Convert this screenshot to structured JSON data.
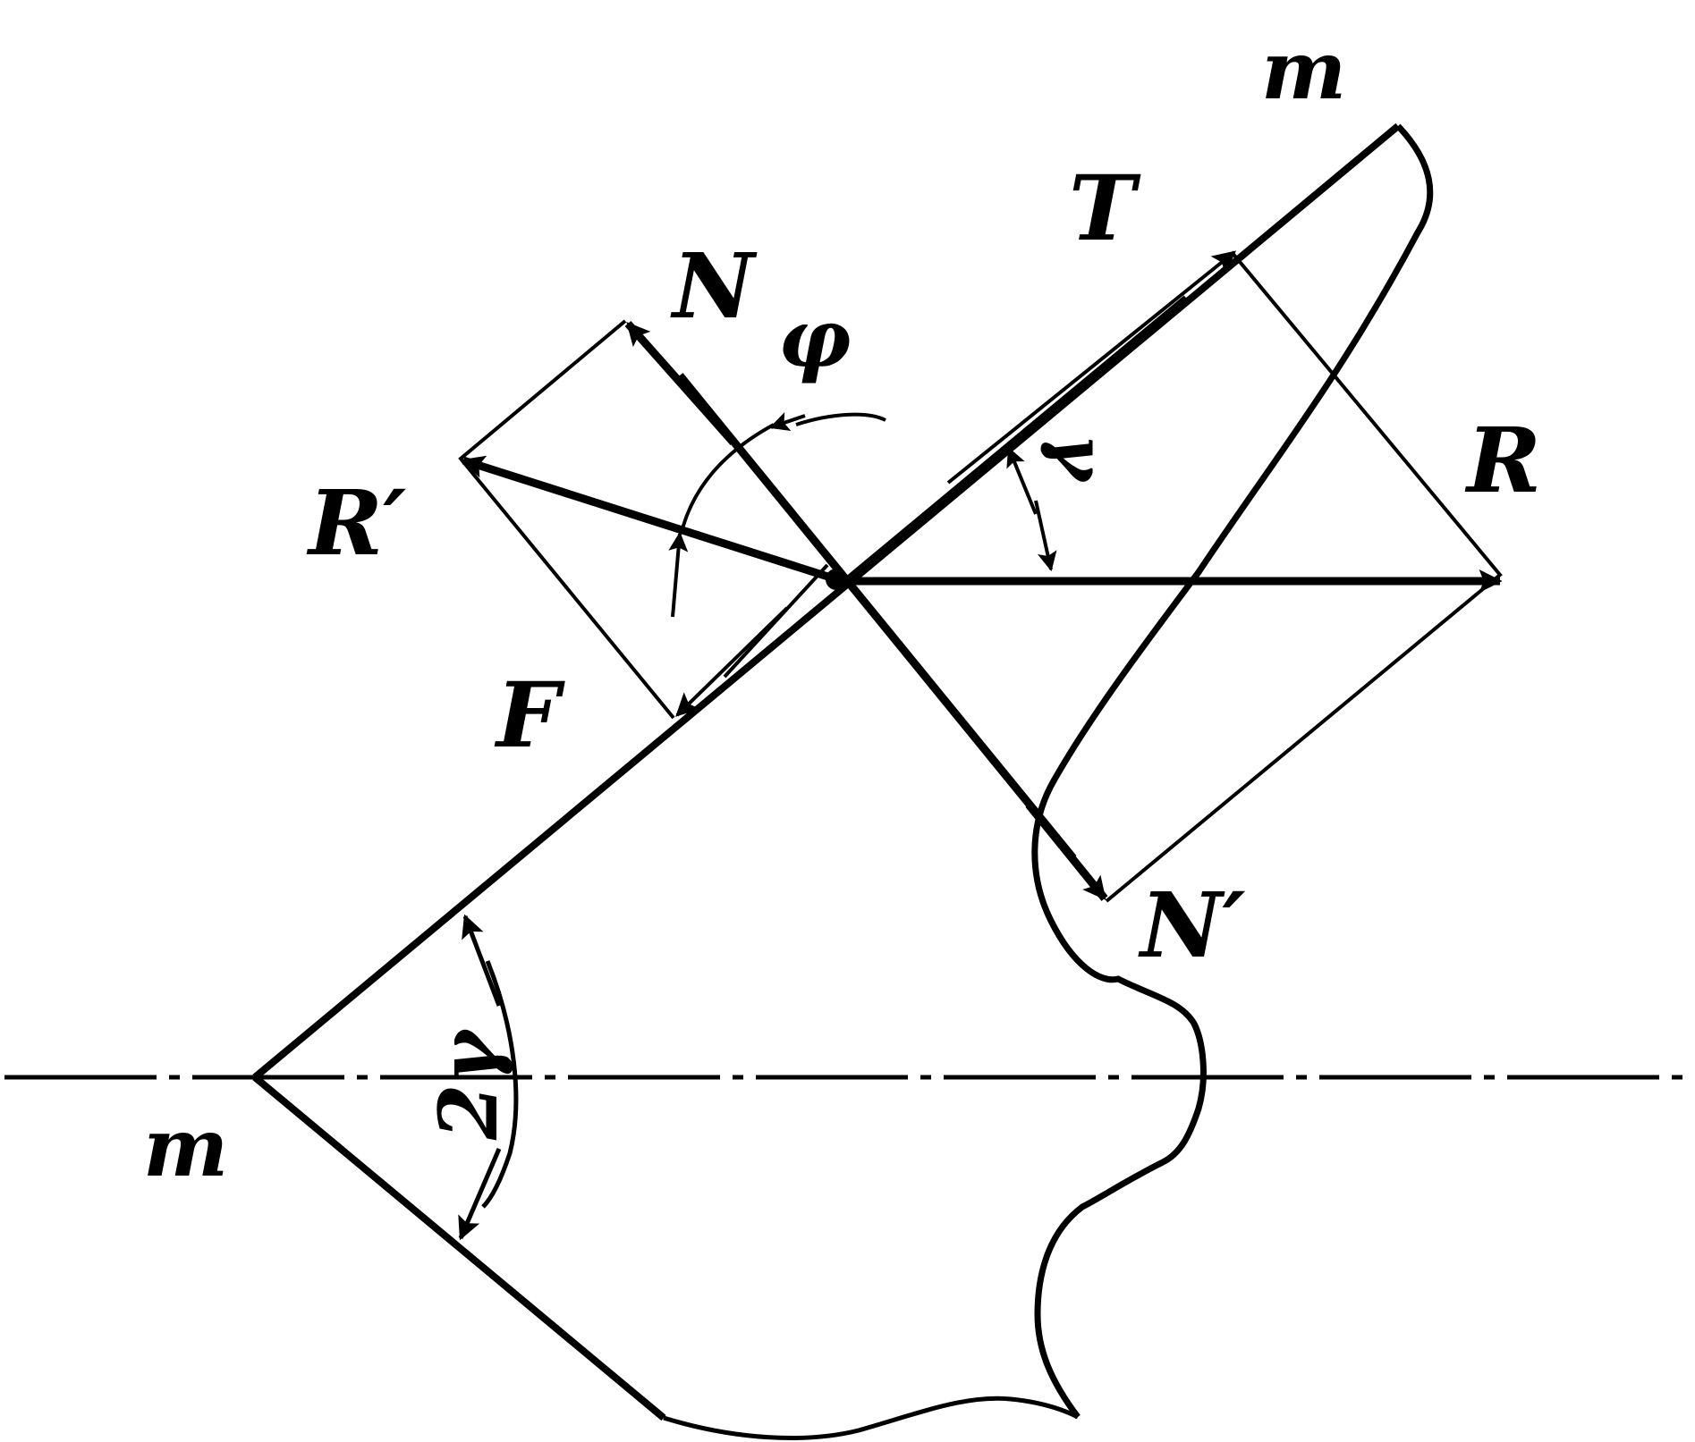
{
  "labels": {
    "m_top": "m",
    "m_left": "m",
    "T": "T",
    "N": "N",
    "N_prime": "N′",
    "R": "R",
    "R_prime": "R′",
    "F": "F",
    "phi": "φ",
    "gamma": "γ",
    "two_gamma": "2γ"
  },
  "colors": {
    "ink": "#000000",
    "background": "#ffffff"
  }
}
